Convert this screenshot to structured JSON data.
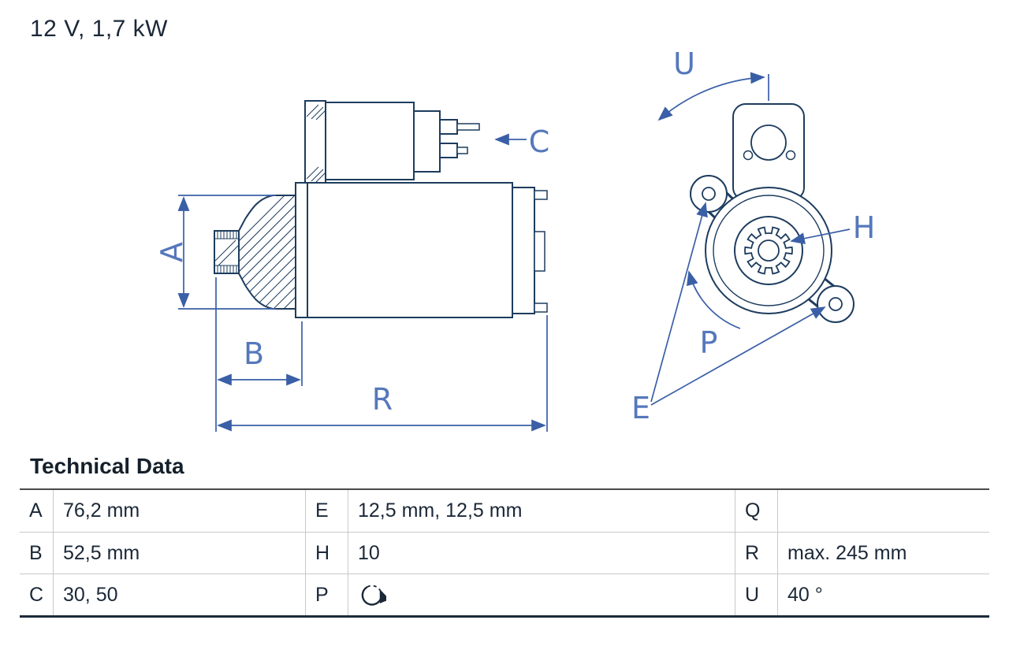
{
  "title": "12 V, 1,7 kW",
  "colors": {
    "drawing_line": "#1d3c5e",
    "dimension_line": "#3a5fa7",
    "dimension_label": "#5578bc",
    "table_text": "#1b2838",
    "table_divider": "#c9c9c9",
    "table_bottom_border": "#1c2b3a"
  },
  "diagram": {
    "side_view_labels": {
      "A": "A",
      "B": "B",
      "C": "C",
      "R": "R"
    },
    "front_view_labels": {
      "U": "U",
      "H": "H",
      "P": "P",
      "E": "E"
    },
    "gear": {
      "teeth": 10
    }
  },
  "table": {
    "heading": "Technical Data",
    "rows": [
      {
        "cells": [
          {
            "key": "A",
            "value": "76,2 mm"
          },
          {
            "key": "E",
            "value": "12,5 mm, 12,5 mm"
          },
          {
            "key": "Q",
            "value": ""
          }
        ]
      },
      {
        "cells": [
          {
            "key": "B",
            "value": "52,5 mm"
          },
          {
            "key": "H",
            "value": "10"
          },
          {
            "key": "R",
            "value": "max. 245 mm"
          }
        ]
      },
      {
        "cells": [
          {
            "key": "C",
            "value": "30, 50"
          },
          {
            "key": "P",
            "value": "",
            "icon": "rotation-direction"
          },
          {
            "key": "U",
            "value": "40 °"
          }
        ]
      }
    ]
  }
}
